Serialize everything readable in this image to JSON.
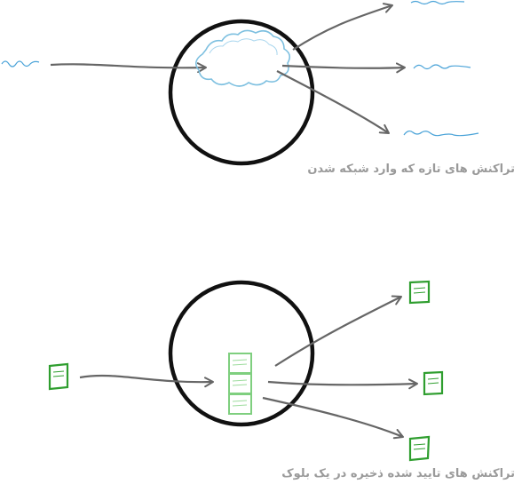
{
  "colors": {
    "circle": "#111111",
    "arrow": "#666666",
    "mempool_squiggle": "#7ec0e0",
    "block_document": "#2f9e2f",
    "block_stack": "#7fcf7f",
    "caption": "#9a9a9a"
  },
  "panels": [
    {
      "id": "mempool",
      "caption": "تراکنش های تازه که وارد شبکه شدن",
      "input_item": "wavy-line",
      "center_item": "cloud-icon",
      "outputs": [
        "wavy-line",
        "wavy-line",
        "wavy-line"
      ]
    },
    {
      "id": "block",
      "caption": "تراکنش های تایید شده ذخیره در یک بلوک",
      "input_item": "document-icon",
      "center_item": "stacked-documents-icon",
      "outputs": [
        "document-icon",
        "document-icon",
        "document-icon"
      ]
    }
  ]
}
